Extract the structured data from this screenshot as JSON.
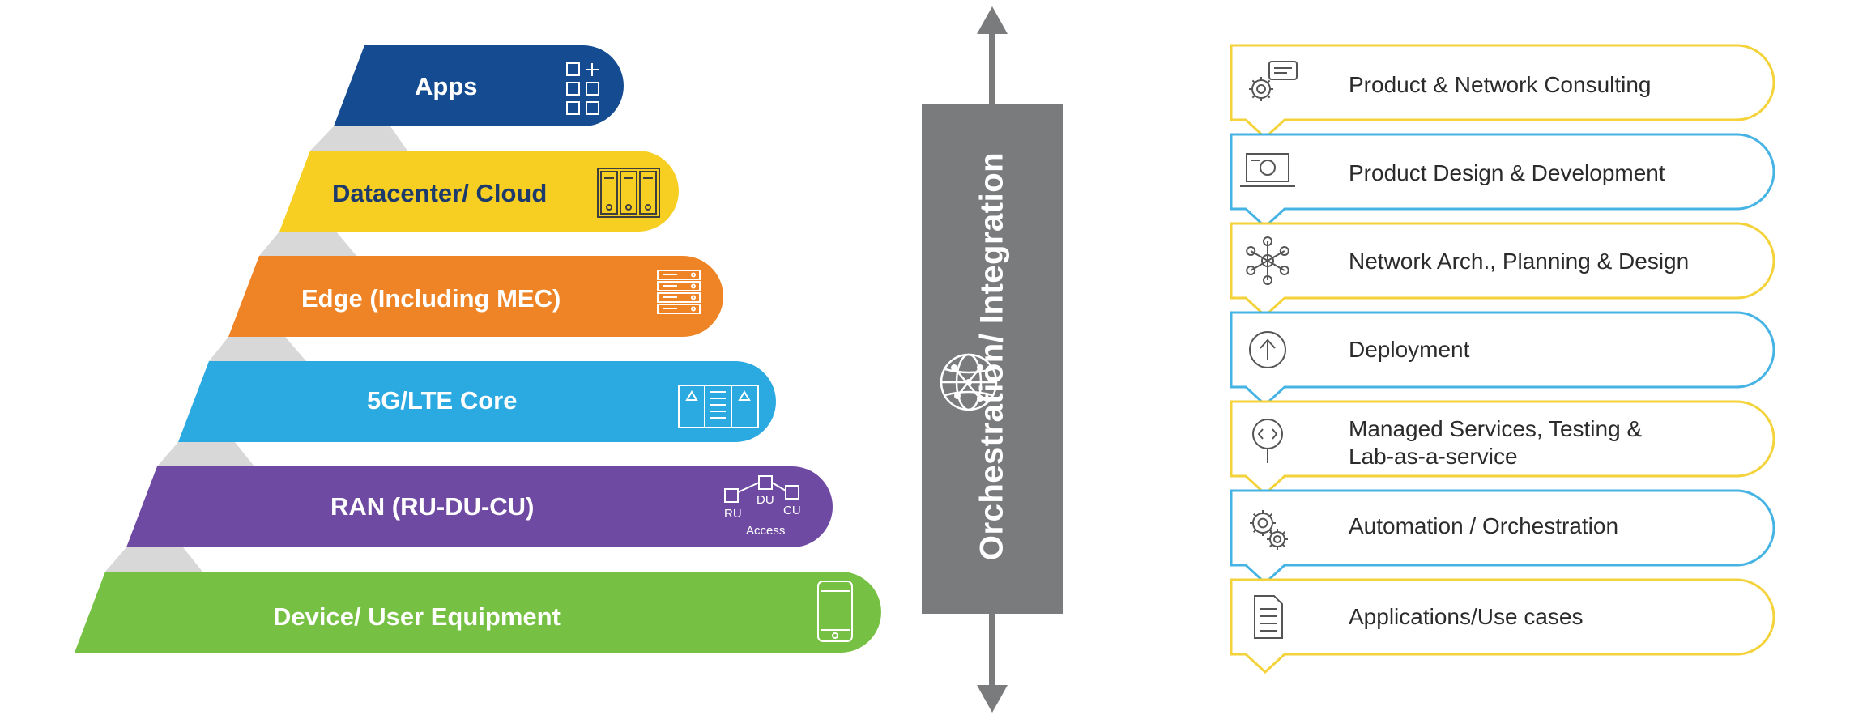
{
  "stack": {
    "layers": [
      {
        "label": "Apps",
        "color": "#154c91",
        "icon": "apps-grid-icon"
      },
      {
        "label": "Datacenter/ Cloud",
        "color": "#f6cf22",
        "icon": "server-rack-icon"
      },
      {
        "label": "Edge (Including MEC)",
        "color": "#ef8426",
        "icon": "server-units-icon"
      },
      {
        "label": "5G/LTE Core",
        "color": "#2ba9e1",
        "icon": "core-network-icon"
      },
      {
        "label": "RAN (RU-DU-CU)",
        "color": "#6f4aa2",
        "icon": "ran-topology-icon",
        "icon_text": {
          "ru": "RU",
          "du": "DU",
          "cu": "CU",
          "access": "Access"
        }
      },
      {
        "label": "Device/ User Equipment",
        "color": "#76c143",
        "icon": "smartphone-icon"
      }
    ],
    "shadow_color": "#d8d8d8"
  },
  "center": {
    "label": "Orchestration/ Integration",
    "icon": "globe-network-icon",
    "color": "#7a7b7d"
  },
  "services": [
    {
      "label": "Product & Network Consulting",
      "border": "#f3d23a",
      "icon": "gear-chat-icon"
    },
    {
      "label": "Product Design & Development",
      "border": "#45b3e3",
      "icon": "laptop-design-icon"
    },
    {
      "label": "Network Arch., Planning & Design",
      "border": "#f3d23a",
      "icon": "network-hexagon-icon"
    },
    {
      "label": "Deployment",
      "border": "#45b3e3",
      "icon": "deploy-upload-icon"
    },
    {
      "label": "Managed Services, Testing &",
      "label2": "Lab-as-a-service",
      "border": "#f3d23a",
      "icon": "code-magnifier-icon"
    },
    {
      "label": "Automation / Orchestration",
      "border": "#45b3e3",
      "icon": "gears-icon"
    },
    {
      "label": "Applications/Use cases",
      "border": "#f3d23a",
      "icon": "document-icon"
    }
  ]
}
